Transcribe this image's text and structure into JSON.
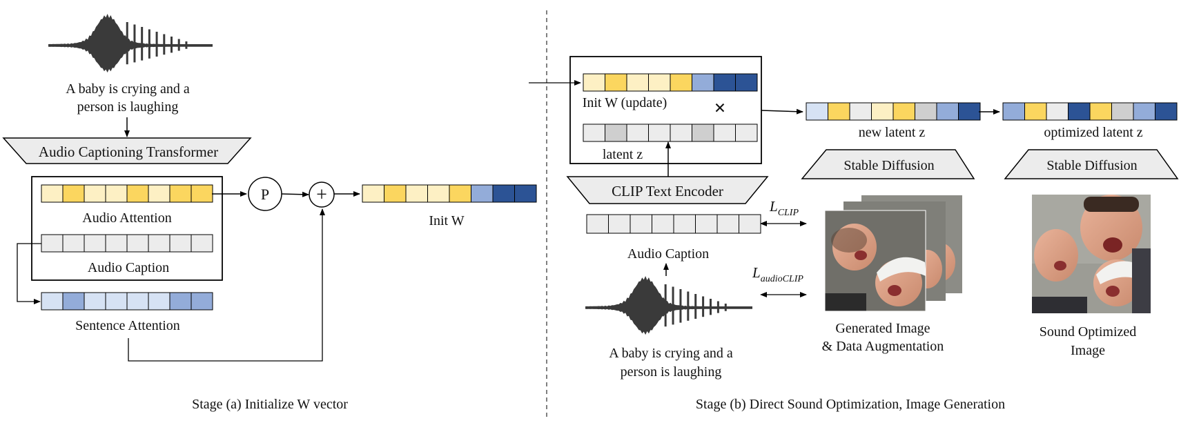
{
  "colors": {
    "light_yellow": "#fdf0c4",
    "yellow": "#fbd65f",
    "gray": "#ececec",
    "dark_gray": "#cfcfcf",
    "light_blue": "#d6e2f4",
    "blue": "#93acd9",
    "dark_blue": "#2c5395"
  },
  "stage_a": {
    "caption_text_line1": "A baby is crying and a",
    "caption_text_line2": "person is laughing",
    "act_label": "Audio Captioning Transformer",
    "audio_attention_label": "Audio Attention",
    "audio_caption_label": "Audio Caption",
    "sentence_attention_label": "Sentence Attention",
    "pool_symbol": "P",
    "plus_symbol": "+",
    "init_w_label": "Init W",
    "stage_title": "Stage (a) Initialize W vector"
  },
  "stage_b": {
    "init_w_update_label": "Init W (update)",
    "times_symbol": "×",
    "latent_z_label": "latent z",
    "clip_encoder_label": "CLIP Text Encoder",
    "audio_caption_label": "Audio Caption",
    "loss_clip_main": "L",
    "loss_clip_sub": "CLIP",
    "loss_audioclip_main": "L",
    "loss_audioclip_sub": "audioCLIP",
    "caption_text_line1": "A baby is crying and a",
    "caption_text_line2": "person is laughing",
    "new_latent_label": "new  latent z",
    "optimized_latent_label": "optimized  latent z",
    "sd_label_1": "Stable Diffusion",
    "sd_label_2": "Stable Diffusion",
    "generated_label_line1": "Generated Image",
    "generated_label_line2": "& Data Augmentation",
    "optimized_label_line1": "Sound Optimized",
    "optimized_label_line2": "Image",
    "stage_title": "Stage (b) Direct Sound Optimization, Image Generation"
  },
  "vectors": {
    "audio_attention": [
      "light_yellow",
      "yellow",
      "light_yellow",
      "light_yellow",
      "yellow",
      "light_yellow",
      "yellow",
      "yellow"
    ],
    "audio_caption": [
      "gray",
      "gray",
      "gray",
      "gray",
      "gray",
      "gray",
      "gray",
      "gray"
    ],
    "sentence_attention": [
      "light_blue",
      "blue",
      "light_blue",
      "light_blue",
      "light_blue",
      "light_blue",
      "blue",
      "blue"
    ],
    "init_w": [
      "light_yellow",
      "yellow",
      "light_yellow",
      "light_yellow",
      "yellow",
      "blue",
      "dark_blue",
      "dark_blue"
    ],
    "init_w_update": [
      "light_yellow",
      "yellow",
      "light_yellow",
      "light_yellow",
      "yellow",
      "blue",
      "dark_blue",
      "dark_blue"
    ],
    "latent_z": [
      "gray",
      "dark_gray",
      "gray",
      "gray",
      "gray",
      "dark_gray",
      "gray",
      "gray"
    ],
    "clip_out": [
      "gray",
      "gray",
      "gray",
      "gray",
      "gray",
      "gray",
      "gray",
      "gray"
    ],
    "new_latent": [
      "light_blue",
      "yellow",
      "gray",
      "light_yellow",
      "yellow",
      "dark_gray",
      "blue",
      "dark_blue"
    ],
    "optimized_latent": [
      "blue",
      "yellow",
      "gray",
      "dark_blue",
      "yellow",
      "dark_gray",
      "blue",
      "dark_blue"
    ]
  }
}
